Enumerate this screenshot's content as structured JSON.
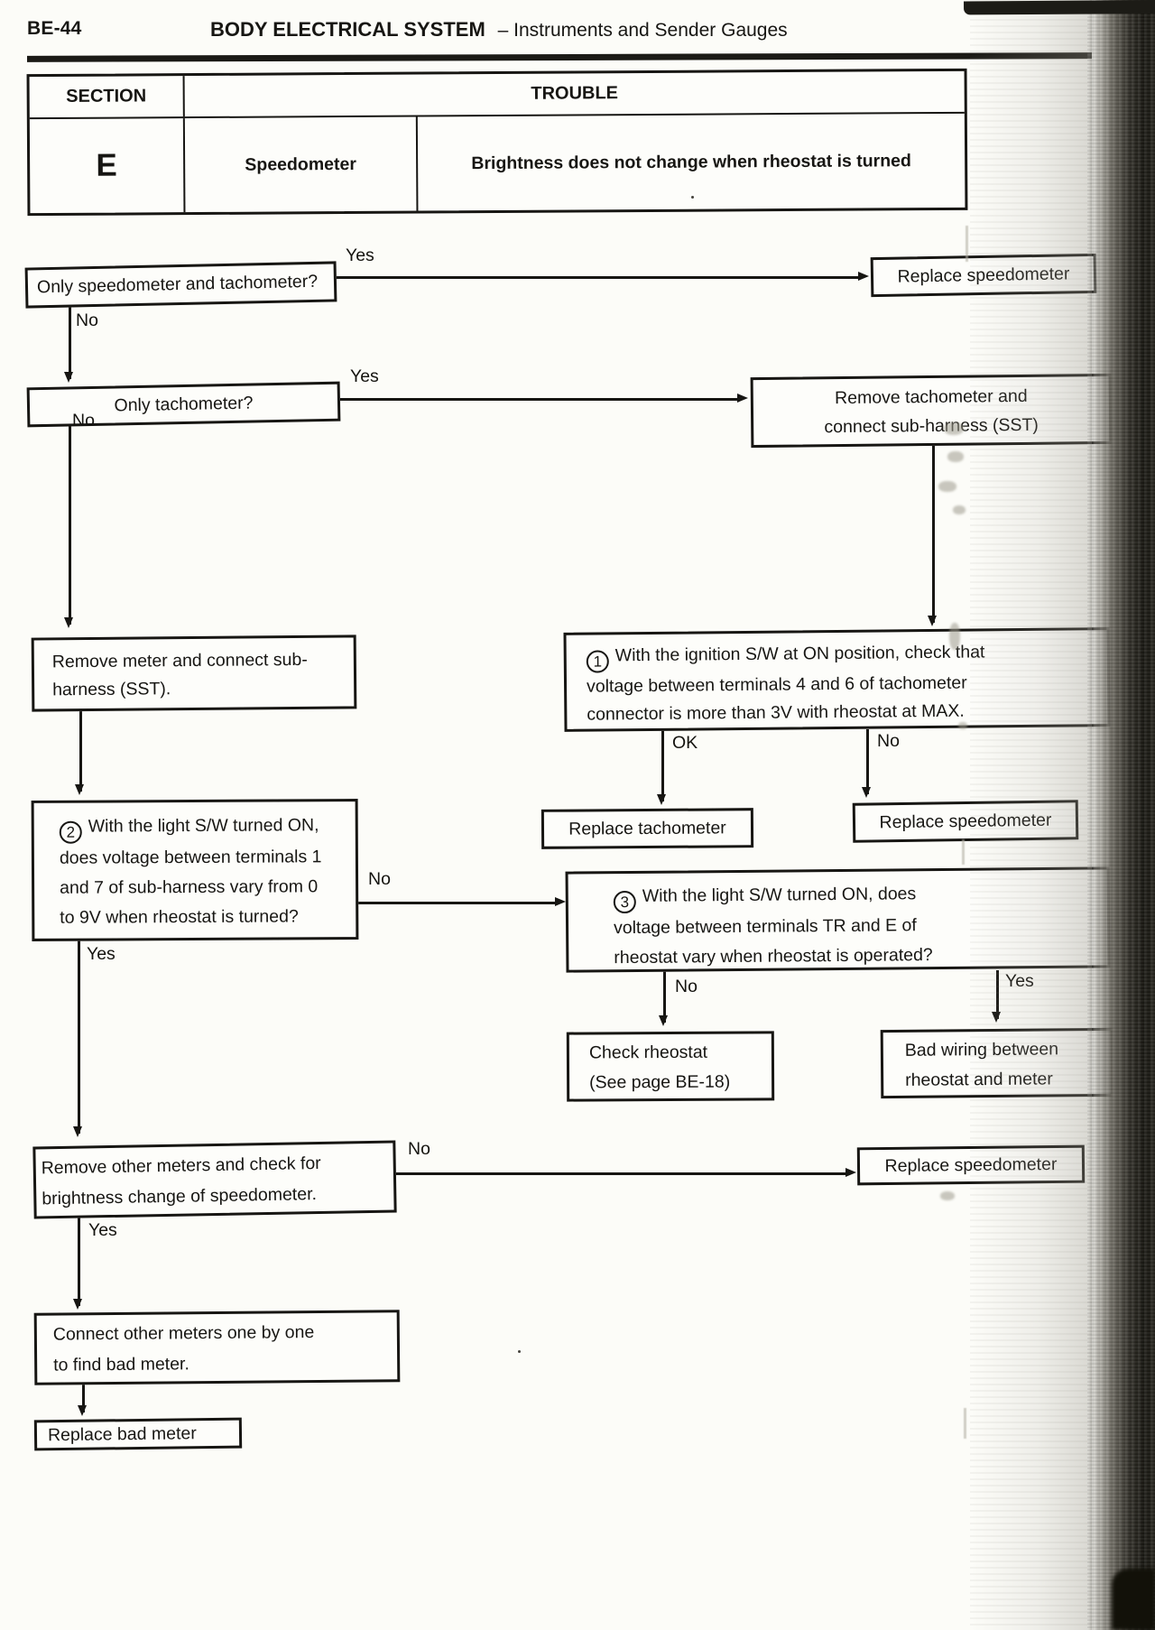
{
  "page": {
    "number": "BE-44",
    "title": "BODY ELECTRICAL SYSTEM",
    "subtitle": "– Instruments and Sender Gauges"
  },
  "header_table": {
    "col_section": "SECTION",
    "col_trouble": "TROUBLE",
    "section": "E",
    "component": "Speedometer",
    "trouble": "Brightness does not change when rheostat is turned"
  },
  "branch_labels": {
    "yes": "Yes",
    "no": "No",
    "ok": "OK"
  },
  "flow": {
    "q_only_speedo_tach": "Only speedometer and tachometer?",
    "replace_speedometer": "Replace speedometer",
    "q_only_tach": "Only tachometer?",
    "remove_tach": {
      "lines": [
        "Remove tachometer and",
        "connect sub-harness (SST)"
      ]
    },
    "remove_meter": {
      "lines": [
        "Remove meter and connect sub-",
        "harness (SST)."
      ]
    },
    "step1": {
      "num": "1",
      "lines": [
        "With the ignition S/W at ON position, check that",
        "voltage between terminals 4 and 6 of tachometer",
        "connector is more than 3V with rheostat at MAX."
      ]
    },
    "replace_tachometer": "Replace tachometer",
    "step2": {
      "num": "2",
      "lines": [
        "With the light S/W turned ON,",
        "does voltage between terminals 1",
        "and 7 of sub-harness vary from 0",
        "to 9V when rheostat is turned?"
      ]
    },
    "step3": {
      "num": "3",
      "lines": [
        "With the light S/W turned ON, does",
        "voltage between terminals TR and E of",
        "rheostat vary when rheostat is operated?"
      ]
    },
    "check_rheostat": {
      "lines": [
        "Check rheostat",
        "(See page BE-18)"
      ]
    },
    "bad_wiring": {
      "lines": [
        "Bad wiring between",
        "rheostat and meter"
      ]
    },
    "remove_other_meters": {
      "lines": [
        "Remove other meters and check for",
        "brightness change of speedometer."
      ]
    },
    "connect_other_meters": {
      "lines": [
        "Connect other meters one by one",
        "to find bad meter."
      ]
    },
    "replace_bad_meter": "Replace bad meter"
  },
  "colors": {
    "ink": "#171613",
    "paper": "#fcfcf8"
  }
}
